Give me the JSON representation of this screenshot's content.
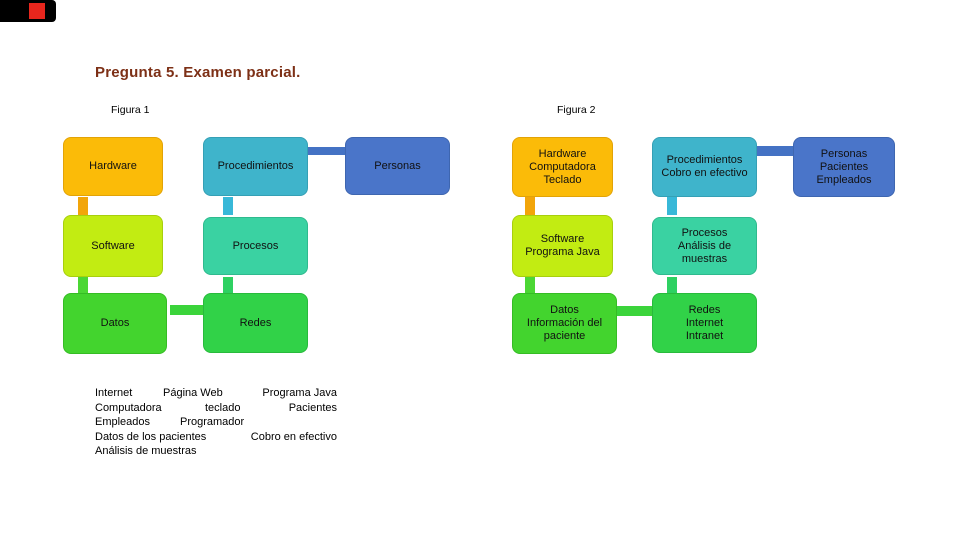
{
  "title": "Pregunta 5. Examen parcial.",
  "figure1": {
    "label": "Figura 1",
    "boxes": {
      "hardware": "Hardware",
      "procedimientos": "Procedimientos",
      "personas": "Personas",
      "software": "Software",
      "procesos": "Procesos",
      "datos": "Datos",
      "redes": "Redes"
    }
  },
  "figure2": {
    "label": "Figura 2",
    "boxes": {
      "hardware": "Hardware\nComputadora\nTeclado",
      "procedimientos": "Procedimientos\nCobro en efectivo",
      "personas": "Personas\nPacientes\nEmpleados",
      "software": "Software\nPrograma Java",
      "procesos": "Procesos\nAnálisis de\nmuestras",
      "datos": "Datos\nInformación del\npaciente",
      "redes": "Redes\nInternet\nIntranet"
    }
  },
  "wordlist": {
    "line1": {
      "a": "Internet",
      "b": "Página Web",
      "c": "Programa Java"
    },
    "line2": {
      "a": "Computadora",
      "b": "teclado",
      "c": "Pacientes"
    },
    "line3": {
      "a": "Empleados",
      "b": "Programador"
    },
    "line4": {
      "a": "Datos de los pacientes",
      "c": "Cobro en efectivo"
    },
    "line5": {
      "a": "Análisis de muestras"
    }
  },
  "colors": {
    "title_text": "#7d3016",
    "box_gold": "#fbbb08",
    "box_teal": "#3fb4cb",
    "box_blue": "#4a75c9",
    "box_chartreuse": "#c2ec12",
    "box_mint": "#3ad2a2",
    "box_green_yellow": "#43d42e",
    "box_green": "#31d248",
    "connector_blue": "#4472c4",
    "connector_green": "#3bd43b",
    "stub_orange": "#f2a50a",
    "stub_teal": "#38b8d8",
    "stub_green_left": "#4bd734",
    "stub_green_right": "#2ed162",
    "overlay_bar": "#000000",
    "overlay_stop": "#e8261d"
  }
}
